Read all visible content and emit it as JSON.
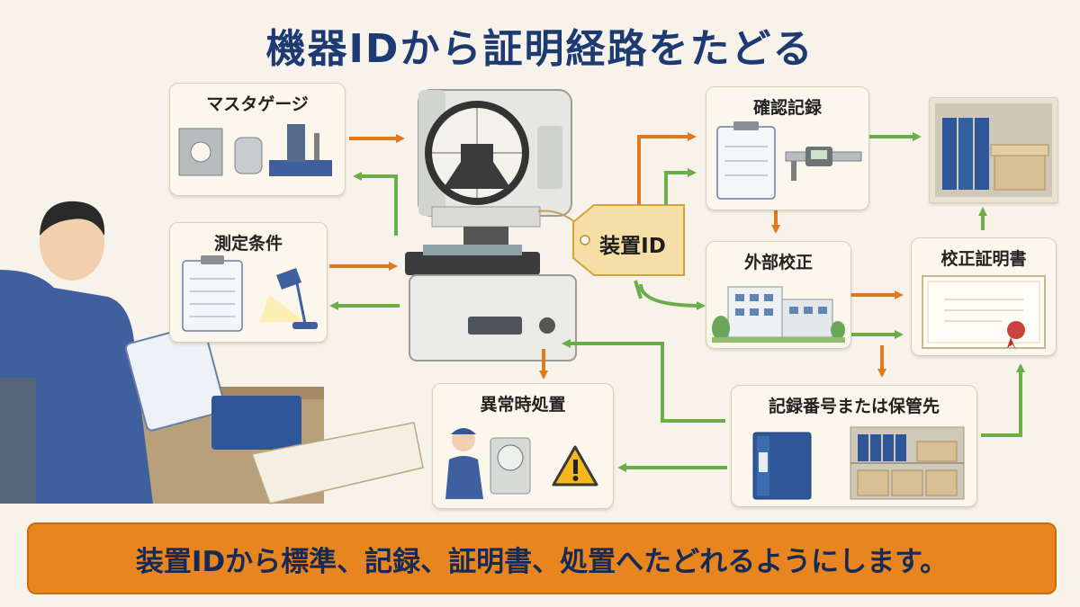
{
  "title": "機器IDから証明経路をたどる",
  "nodes": {
    "master_gauge": "マスタゲージ",
    "measurement_conditions": "測定条件",
    "device_tag": "装置ID",
    "verification_record": "確認記録",
    "external_calibration": "外部校正",
    "calibration_certificate": "校正証明書",
    "abnormal_handling": "異常時処置",
    "record_number_storage": "記録番号または保管先"
  },
  "banner": "装置IDから標準、記録、証明書、処置へたどれるようにします。",
  "colors": {
    "title": "#1d3a72",
    "orange_arrow": "#e07a1f",
    "green_arrow": "#6aae4a",
    "banner_bg": "#e8851e",
    "banner_text": "#152a56"
  }
}
